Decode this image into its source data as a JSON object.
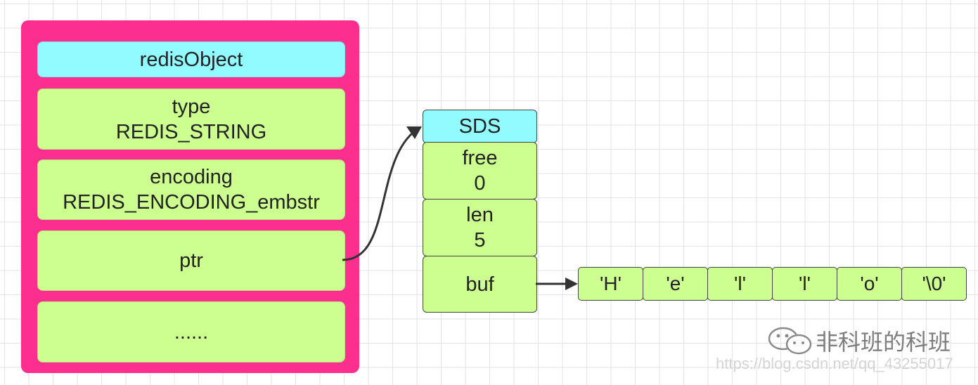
{
  "redis_object": {
    "title": "redisObject",
    "type_label": "type",
    "type_value": "REDIS_STRING",
    "encoding_label": "encoding",
    "encoding_value": "REDIS_ENCODING_embstr",
    "ptr_label": "ptr",
    "more_label": "......"
  },
  "sds": {
    "title": "SDS",
    "free_label": "free",
    "free_value": "0",
    "len_label": "len",
    "len_value": "5",
    "buf_label": "buf"
  },
  "buffer": [
    "'H'",
    "'e'",
    "'l'",
    "'l'",
    "'o'",
    "'\\0'"
  ],
  "watermark": {
    "brand": "非科班的科班",
    "url": "https://blog.csdn.net/qq_43255017"
  },
  "colors": {
    "container": "#fd2f8e",
    "header_fill": "#92fbff",
    "field_fill": "#ccff8f",
    "arrow": "#333333"
  }
}
